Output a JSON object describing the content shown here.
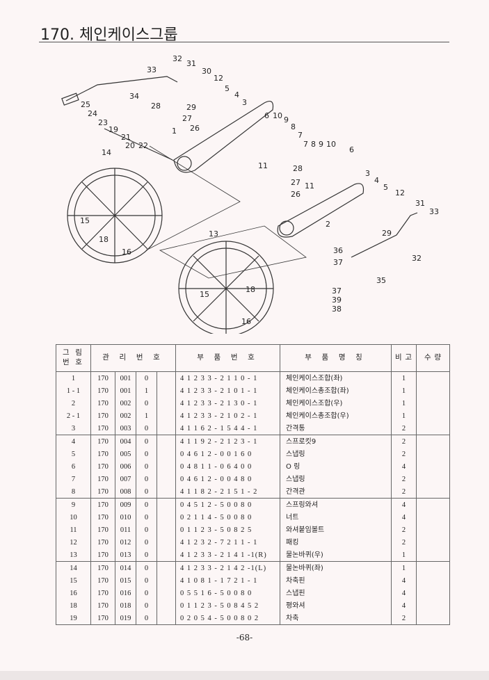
{
  "title": "170.  체인케이스그룹",
  "diagram": {
    "callouts": [
      "32",
      "31",
      "33",
      "30",
      "12",
      "34",
      "5",
      "4",
      "3",
      "25",
      "24",
      "23",
      "28",
      "29",
      "27",
      "26",
      "19",
      "21",
      "1",
      "20",
      "22",
      "6",
      "10",
      "9",
      "8",
      "7",
      "7",
      "8",
      "9",
      "10",
      "6",
      "14",
      "11",
      "28",
      "27",
      "11",
      "26",
      "3",
      "4",
      "5",
      "12",
      "31",
      "33",
      "2",
      "15",
      "29",
      "18",
      "16",
      "13",
      "36",
      "37",
      "32",
      "35",
      "18",
      "15",
      "37",
      "39",
      "38",
      "16"
    ]
  },
  "table": {
    "headers": {
      "fig_no": [
        "그 림",
        "번 호"
      ],
      "mgmt_no": "관 리 번 호",
      "part_no": "부 품 번 호",
      "part_name": "부 품 명 칭",
      "remark": "비 고",
      "qty": "수 량"
    },
    "rows": [
      {
        "fig": "1",
        "a": "170",
        "b": "001",
        "c": "0",
        "part_no": "4 1 2 3 3 - 2 1 1 0 - 1",
        "name": "체인케이스조합(좌)",
        "remark": "1"
      },
      {
        "fig": "1 - 1",
        "a": "170",
        "b": "001",
        "c": "1",
        "part_no": "4 1 2 3 3 - 2 1 0 1 - 1",
        "name": "체인케이스총조합(좌)",
        "remark": "1"
      },
      {
        "fig": "2",
        "a": "170",
        "b": "002",
        "c": "0",
        "part_no": "4 1 2 3 3 - 2 1 3 0 - 1",
        "name": "체인케이스조합(우)",
        "remark": "1"
      },
      {
        "fig": "2 - 1",
        "a": "170",
        "b": "002",
        "c": "1",
        "part_no": "4 1 2 3 3 - 2 1 0 2 - 1",
        "name": "체인케이스총조합(우)",
        "remark": "1"
      },
      {
        "fig": "3",
        "a": "170",
        "b": "003",
        "c": "0",
        "part_no": "4 1 1 6 2 - 1 5 4 4 - 1",
        "name": "간격통",
        "remark": "2"
      },
      {
        "fig": "4",
        "a": "170",
        "b": "004",
        "c": "0",
        "part_no": "4 1 1 9 2 - 2 1 2 3 - 1",
        "name": "스프로킷9",
        "remark": "2"
      },
      {
        "fig": "5",
        "a": "170",
        "b": "005",
        "c": "0",
        "part_no": "0 4 6 1 2 - 0 0 1 6 0",
        "name": "스냅링",
        "remark": "2"
      },
      {
        "fig": "6",
        "a": "170",
        "b": "006",
        "c": "0",
        "part_no": "0 4 8 1 1 - 0 6 4 0 0",
        "name": "O 링",
        "remark": "4"
      },
      {
        "fig": "7",
        "a": "170",
        "b": "007",
        "c": "0",
        "part_no": "0 4 6 1 2 - 0 0 4 8 0",
        "name": "스냅링",
        "remark": "2"
      },
      {
        "fig": "8",
        "a": "170",
        "b": "008",
        "c": "0",
        "part_no": "4 1 1 8 2 - 2 1 5 1 - 2",
        "name": "간격관",
        "remark": "2"
      },
      {
        "fig": "9",
        "a": "170",
        "b": "009",
        "c": "0",
        "part_no": "0 4 5 1 2 - 5 0 0 8 0",
        "name": "스프링와셔",
        "remark": "4"
      },
      {
        "fig": "10",
        "a": "170",
        "b": "010",
        "c": "0",
        "part_no": "0 2 1 1 4 - 5 0 0 8 0",
        "name": "너트",
        "remark": "4"
      },
      {
        "fig": "11",
        "a": "170",
        "b": "011",
        "c": "0",
        "part_no": "0 1 1 2 3 - 5 0 8 2 5",
        "name": "와셔붙임볼트",
        "remark": "2"
      },
      {
        "fig": "12",
        "a": "170",
        "b": "012",
        "c": "0",
        "part_no": "4 1 2 3 2 - 7 2 1 1 - 1",
        "name": "패킹",
        "remark": "2"
      },
      {
        "fig": "13",
        "a": "170",
        "b": "013",
        "c": "0",
        "part_no": "4 1 2 3 3 - 2 1 4 1 -1(R)",
        "name": "물논바퀴(우)",
        "remark": "1"
      },
      {
        "fig": "14",
        "a": "170",
        "b": "014",
        "c": "0",
        "part_no": "4 1 2 3 3 - 2 1 4 2 -1(L)",
        "name": "물논바퀴(좌)",
        "remark": "1"
      },
      {
        "fig": "15",
        "a": "170",
        "b": "015",
        "c": "0",
        "part_no": "4 1 0 8 1 - 1 7 2 1 - 1",
        "name": "차축핀",
        "remark": "4"
      },
      {
        "fig": "16",
        "a": "170",
        "b": "016",
        "c": "0",
        "part_no": "0 5 5 1 6 - 5 0 0 8 0",
        "name": "스냅핀",
        "remark": "4"
      },
      {
        "fig": "18",
        "a": "170",
        "b": "018",
        "c": "0",
        "part_no": "0 1 1 2 3 - 5 0 8 4 5 2",
        "name": "평와셔",
        "remark": "4"
      },
      {
        "fig": "19",
        "a": "170",
        "b": "019",
        "c": "0",
        "part_no": "0 2 0 5 4 - 5 0 0 8 0 2",
        "name": "차축",
        "remark": "2"
      }
    ]
  },
  "page_number": "-68-"
}
